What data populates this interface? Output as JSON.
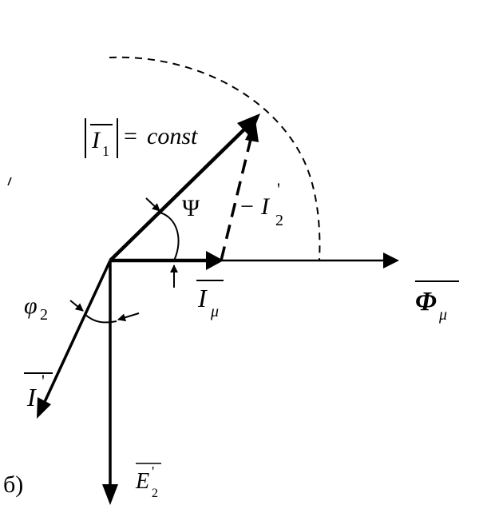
{
  "labels": {
    "i1_magnitude": "const",
    "i1_symbol": "I",
    "i1_sub": "1",
    "equals": "=",
    "psi": "Ψ",
    "i2_prime_minus": "−",
    "i2_prime_symbol": "I",
    "i2_prime_sub": "2",
    "i2_prime_mark": "'",
    "i_mu_symbol": "I",
    "i_mu_sub": "μ",
    "phi_mu_symbol": "Φ",
    "phi_mu_sub": "μ",
    "phi2_symbol": "φ",
    "phi2_sub": "2",
    "i_prime_symbol": "I",
    "i_prime_mark": "'",
    "e2_symbol": "E",
    "e2_sub": "2",
    "e2_mark": "'",
    "panel_label": "б)"
  },
  "colors": {
    "ink": "#000000",
    "background": "#ffffff"
  }
}
